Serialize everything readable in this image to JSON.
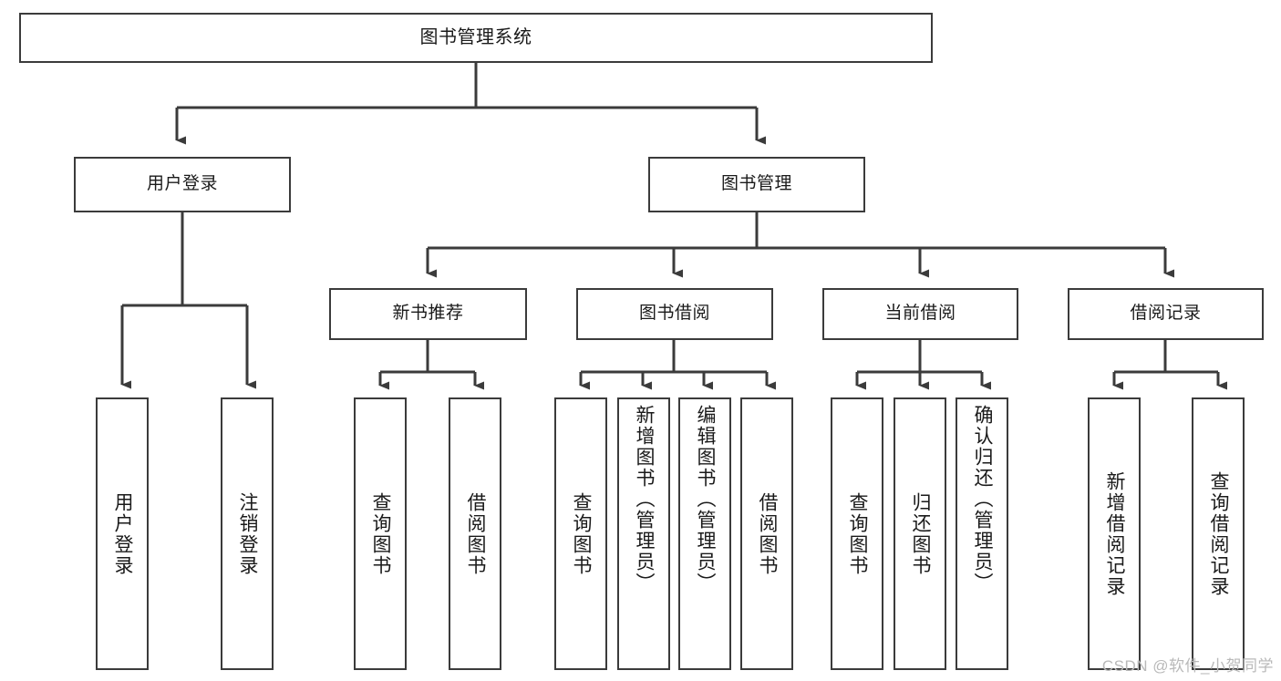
{
  "diagram": {
    "title": "图书管理系统",
    "type": "hierarchy-tree",
    "watermark": "CSDN @软件_小贺同学",
    "colors": {
      "box_border": "#3b3b3b",
      "box_fill": "#ffffff",
      "connector": "#3b3b3b",
      "text": "#1a1a1a",
      "watermark": "#b9b9b9"
    },
    "nodes": {
      "root": {
        "label": "图书管理系统",
        "level": 1
      },
      "user_login": {
        "label": "用户登录",
        "level": 2
      },
      "book_manage": {
        "label": "图书管理",
        "level": 2
      },
      "new_book_rec": {
        "label": "新书推荐",
        "level": 3
      },
      "book_borrow": {
        "label": "图书借阅",
        "level": 3
      },
      "current_borrow": {
        "label": "当前借阅",
        "level": 3
      },
      "borrow_record": {
        "label": "借阅记录",
        "level": 3
      },
      "leaf_user_login": {
        "label": "用户登录",
        "level": 3
      },
      "leaf_logout": {
        "label": "注销登录",
        "level": 3
      },
      "leaf_query_book_1": {
        "label": "查询图书",
        "level": 4
      },
      "leaf_borrow_book_1": {
        "label": "借阅图书",
        "level": 4
      },
      "leaf_query_book_2": {
        "label": "查询图书",
        "level": 4
      },
      "leaf_add_book": {
        "label": "新增图书（管理员）",
        "level": 4
      },
      "leaf_edit_book": {
        "label": "编辑图书（管理员）",
        "level": 4
      },
      "leaf_borrow_book_2": {
        "label": "借阅图书",
        "level": 4
      },
      "leaf_query_book_3": {
        "label": "查询图书",
        "level": 4
      },
      "leaf_return_book": {
        "label": "归还图书",
        "level": 4
      },
      "leaf_confirm_return": {
        "label": "确认归还（管理员）",
        "level": 4
      },
      "leaf_add_record": {
        "label": "新增借阅记录",
        "level": 4
      },
      "leaf_query_record": {
        "label": "查询借阅记录",
        "level": 4
      }
    },
    "edges": [
      {
        "from": "root",
        "to": "user_login"
      },
      {
        "from": "root",
        "to": "book_manage"
      },
      {
        "from": "user_login",
        "to": "leaf_user_login"
      },
      {
        "from": "user_login",
        "to": "leaf_logout"
      },
      {
        "from": "book_manage",
        "to": "new_book_rec"
      },
      {
        "from": "book_manage",
        "to": "book_borrow"
      },
      {
        "from": "book_manage",
        "to": "current_borrow"
      },
      {
        "from": "book_manage",
        "to": "borrow_record"
      },
      {
        "from": "new_book_rec",
        "to": "leaf_query_book_1"
      },
      {
        "from": "new_book_rec",
        "to": "leaf_borrow_book_1"
      },
      {
        "from": "book_borrow",
        "to": "leaf_query_book_2"
      },
      {
        "from": "book_borrow",
        "to": "leaf_add_book"
      },
      {
        "from": "book_borrow",
        "to": "leaf_edit_book"
      },
      {
        "from": "book_borrow",
        "to": "leaf_borrow_book_2"
      },
      {
        "from": "current_borrow",
        "to": "leaf_query_book_3"
      },
      {
        "from": "current_borrow",
        "to": "leaf_return_book"
      },
      {
        "from": "current_borrow",
        "to": "leaf_confirm_return"
      },
      {
        "from": "borrow_record",
        "to": "leaf_add_record"
      },
      {
        "from": "borrow_record",
        "to": "leaf_query_record"
      }
    ]
  }
}
